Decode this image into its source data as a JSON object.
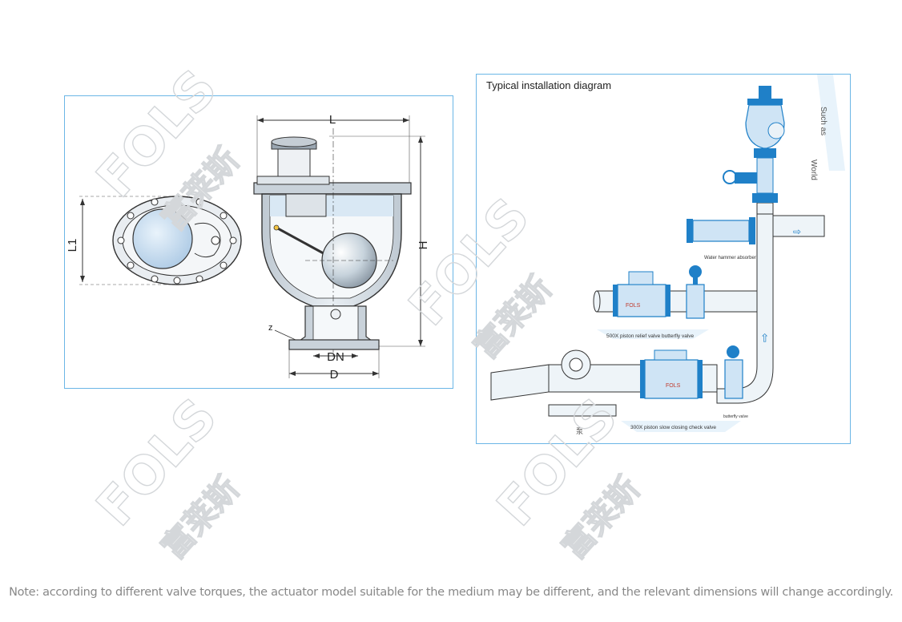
{
  "left_diagram": {
    "dim_L": "L",
    "dim_H": "H",
    "dim_L1": "L1",
    "dim_DN": "DN",
    "dim_D": "D",
    "dim_z": "z"
  },
  "right_diagram": {
    "title": "Typical installation diagram",
    "such_as": "Such as",
    "world": "World",
    "water_hammer_absorber": "Water hammer absorber",
    "piston_relief_valve": "500X piston relief valve butterfly valve",
    "slow_closing_check_valve": "300X piston slow closing check valve",
    "butterfly_valve": "butterfly valve",
    "pump_label": "泵",
    "fols_mark_1": "FOLS",
    "fols_mark_2": "FOLS"
  },
  "watermark": {
    "brand": "FOLS",
    "chinese": "富莱斯"
  },
  "note": "Note: according to different valve torques, the actuator model suitable for the medium may be different, and the relevant dimensions will change accordingly.",
  "colors": {
    "border": "#6bb6e6",
    "valve_blue": "#1f80c8",
    "pipe_fill": "#eef4f8",
    "line": "#333333"
  }
}
